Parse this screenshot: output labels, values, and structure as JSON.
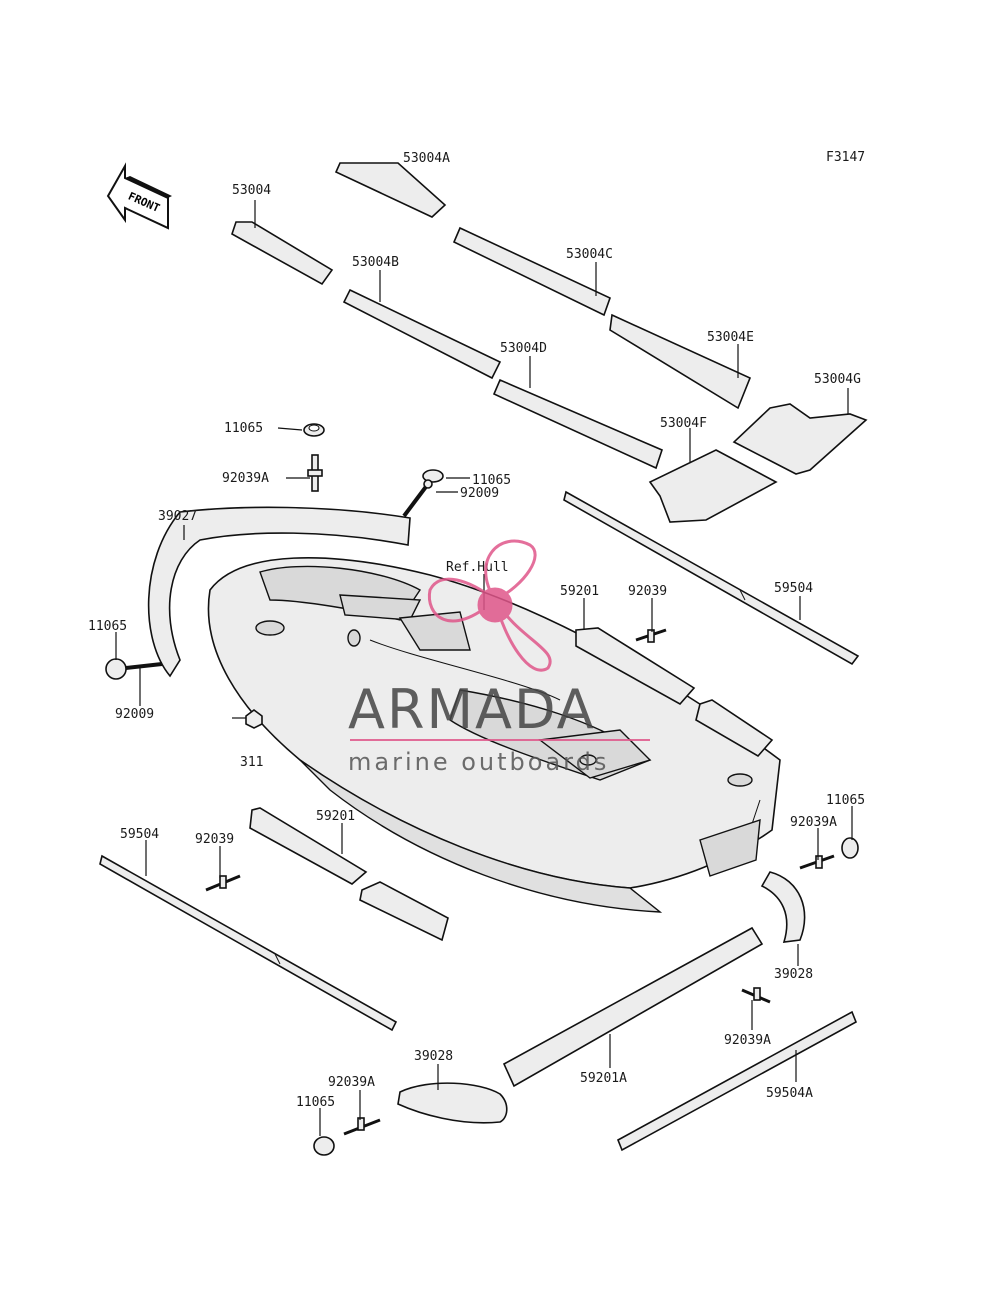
{
  "diagram_code": "F3147",
  "front_label": "FRONT",
  "watermark": {
    "brand": "ARMADA",
    "tagline": "marine outboards",
    "accent_color": "#e0568a"
  },
  "labels": {
    "l53004A": "53004A",
    "l53004": "53004",
    "l53004B": "53004B",
    "l53004C": "53004C",
    "l53004D": "53004D",
    "l53004E": "53004E",
    "l53004F": "53004F",
    "l53004G": "53004G",
    "l11065_a": "11065",
    "l92039A_a": "92039A",
    "l11065_b": "11065",
    "l92009_a": "92009",
    "l39027": "39027",
    "lRefHull": "Ref.Hull",
    "l59201_a": "59201",
    "l92039_a": "92039",
    "l59504_a": "59504",
    "l11065_c": "11065",
    "l92009_b": "92009",
    "l311": "311",
    "l59201_b": "59201",
    "l59504_b": "59504",
    "l92039_b": "92039",
    "l11065_d": "11065",
    "l92039A_b": "92039A",
    "l39028_a": "39028",
    "l92039A_c": "92039A",
    "l39028_b": "39028",
    "l92039A_d": "92039A",
    "l59201A": "59201A",
    "l11065_e": "11065",
    "l59504A": "59504A"
  }
}
